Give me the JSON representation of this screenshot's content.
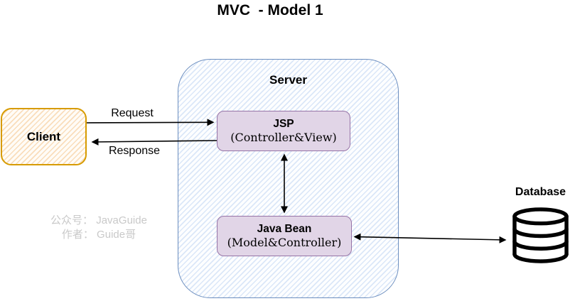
{
  "diagram": {
    "title": "MVC  - Model 1",
    "nodes": {
      "client": {
        "label": "Client"
      },
      "server": {
        "label": "Server"
      },
      "jsp": {
        "title": "JSP",
        "subtitle": "(Controller&View)"
      },
      "javabean": {
        "title": "Java Bean",
        "subtitle": "(Model&Controller)"
      },
      "database": {
        "label": "Database",
        "icon": "database-cylinder-icon"
      }
    },
    "edges": {
      "request": {
        "label": "Request",
        "from": "client",
        "to": "jsp",
        "direction": "one-way"
      },
      "response": {
        "label": "Response",
        "from": "jsp",
        "to": "client",
        "direction": "one-way"
      },
      "jsp_bean": {
        "label": "",
        "from": "jsp",
        "to": "javabean",
        "direction": "two-way"
      },
      "bean_db": {
        "label": "",
        "from": "javabean",
        "to": "database",
        "direction": "two-way"
      }
    },
    "watermark": {
      "line1": "公众号： JavaGuide",
      "line2": "作者： Guide哥"
    },
    "colors": {
      "client_border": "#d79b00",
      "server_border": "#6c8ebf",
      "purple_fill": "#e1d5e7",
      "purple_border": "#9673a6",
      "arrow": "#000000",
      "watermark": "#c9c9c9"
    }
  }
}
